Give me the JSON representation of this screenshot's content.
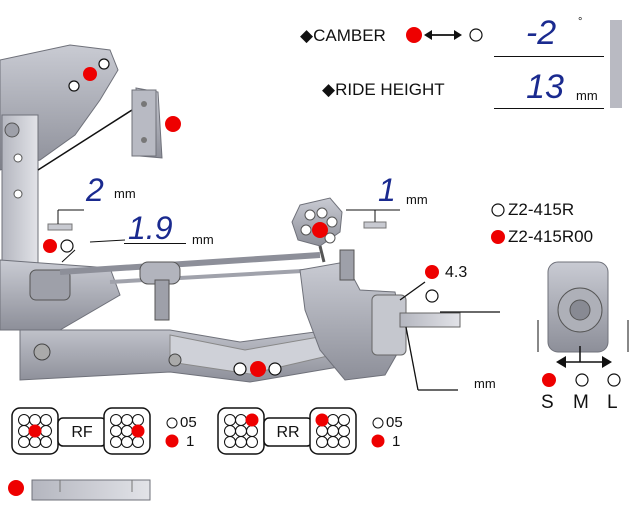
{
  "camber": {
    "label": "◆CAMBER",
    "value": "-2",
    "unit": "°"
  },
  "ride_height": {
    "label": "◆RIDE HEIGHT",
    "value": "13",
    "unit": "mm"
  },
  "spacer_top": {
    "value": "2",
    "unit": "mm"
  },
  "spacer_mid": {
    "value": "1.9",
    "unit": "mm"
  },
  "spacer_right": {
    "value": "1",
    "unit": "mm"
  },
  "knuckle": {
    "option_a": "Z2-415R",
    "option_b": "Z2-415R00"
  },
  "axle_spacer": {
    "value": "4.3"
  },
  "hub_unit": "mm",
  "size_options": [
    "S",
    "M",
    "L"
  ],
  "arm_front": {
    "label": "RF",
    "opt_a": "05",
    "opt_b": "1"
  },
  "arm_rear": {
    "label": "RR",
    "opt_a": "05",
    "opt_b": "1"
  },
  "colors": {
    "value_blue": "#1a2a8f",
    "selected_red": "#ee0000",
    "part_grey": "#9a9ca6"
  }
}
